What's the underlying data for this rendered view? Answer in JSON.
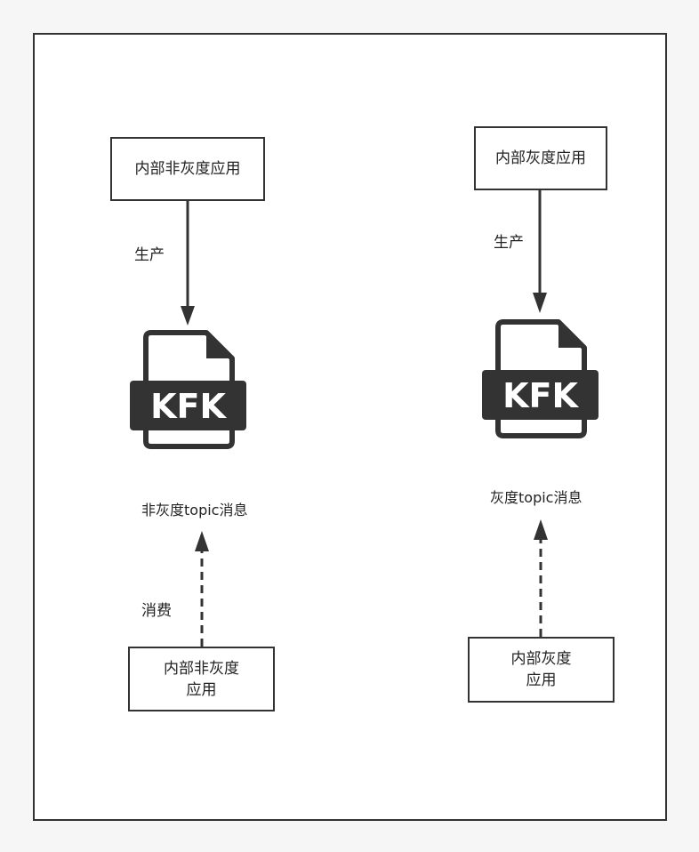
{
  "colors": {
    "stroke": "#333333",
    "text": "#222222",
    "background": "#ffffff",
    "page": "#f6f6f6"
  },
  "left": {
    "producer_label": "内部非灰度应用",
    "produce_label": "生产",
    "icon": "kafka-file-icon",
    "icon_text": "KFK",
    "topic_label": "非灰度topic消息",
    "consume_label": "消费",
    "consumer_label": "内部非灰度\n应用"
  },
  "right": {
    "producer_label": "内部灰度应用",
    "produce_label": "生产",
    "icon": "kafka-file-icon",
    "icon_text": "KFK",
    "topic_label": "灰度topic消息",
    "consumer_label": "内部灰度\n应用"
  }
}
